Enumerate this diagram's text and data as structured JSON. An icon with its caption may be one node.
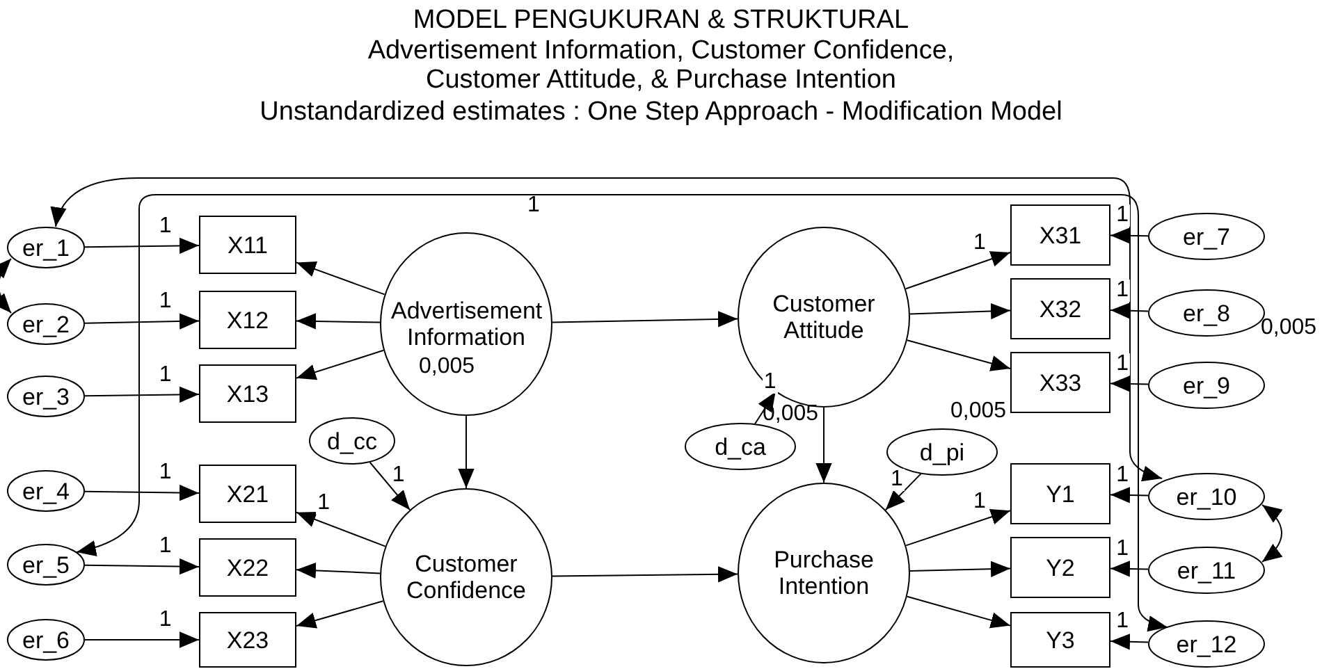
{
  "diagram": {
    "title": "MODEL PENGUKURAN & STRUKTURAL",
    "nodes": [
      {
        "text": [
          "er_1"
        ]
      },
      {
        "text": [
          "X11"
        ]
      },
      {
        "text": [
          "er_2"
        ]
      },
      {
        "text": [
          "X12"
        ]
      },
      {
        "text": [
          "er_3"
        ]
      },
      {
        "text": [
          "X13"
        ]
      },
      {
        "text": [
          "d_cc"
        ]
      },
      {
        "text": [
          "er_4"
        ]
      },
      {
        "text": [
          "X21"
        ]
      },
      {
        "text": [
          "er_5"
        ]
      },
      {
        "text": [
          "X22"
        ]
      },
      {
        "text": [
          "er_6"
        ]
      },
      {
        "text": [
          "X23"
        ]
      },
      {
        "text": [
          "Advertisement Information"
        ]
      },
      {
        "text": [
          "Customer Confidence"
        ]
      },
      {
        "text": [
          "Customer Attitude"
        ]
      },
      {
        "text": [
          "Purchase Intention"
        ]
      },
      {
        "text": [
          "d_ca"
        ]
      },
      {
        "text": [
          "d_pi"
        ]
      },
      {
        "text": [
          "X31"
        ]
      },
      {
        "text": [
          "er_7"
        ]
      },
      {
        "text": [
          "X32"
        ]
      },
      {
        "text": [
          "er_8"
        ]
      },
      {
        "text": [
          "X33"
        ]
      },
      {
        "text": [
          "er_9"
        ]
      },
      {
        "text": [
          "Y1"
        ]
      },
      {
        "text": [
          "er_10"
        ]
      },
      {
        "text": [
          "Y2"
        ]
      },
      {
        "text": [
          "er_11"
        ]
      },
      {
        "text": [
          "Y3"
        ]
      },
      {
        "text": [
          "er_12"
        ]
      }
    ],
    "edges": [
      {
        "from": 0,
        "to": 1,
        "arrow": "to",
        "label": "1"
      },
      {
        "from": 2,
        "to": 3,
        "arrow": "to",
        "label": "1"
      },
      {
        "from": 4,
        "to": 5,
        "arrow": "to",
        "label": "1"
      },
      {
        "from": 7,
        "to": 8,
        "arrow": "to",
        "label": "1"
      },
      {
        "from": 9,
        "to": 10,
        "arrow": "to",
        "label": "1"
      },
      {
        "from": 11,
        "to": 12,
        "arrow": "to",
        "label": "1"
      },
      {
        "from": 13,
        "to": 1,
        "arrow": "to"
      },
      {
        "from": 13,
        "to": 3,
        "arrow": "to"
      },
      {
        "from": 13,
        "to": 5,
        "arrow": "to"
      },
      {
        "from": 14,
        "to": 8,
        "arrow": "to",
        "label": "1"
      },
      {
        "from": 14,
        "to": 10,
        "arrow": "to"
      },
      {
        "from": 14,
        "to": 12,
        "arrow": "to"
      },
      {
        "from": 6,
        "to": 14,
        "arrow": "to",
        "label": "1"
      },
      {
        "from": 13,
        "to": 15,
        "arrow": "to"
      },
      {
        "from": 13,
        "to": 14,
        "arrow": "to"
      },
      {
        "from": 14,
        "to": 16,
        "arrow": "to"
      },
      {
        "from": 15,
        "to": 16,
        "arrow": "to"
      },
      {
        "from": 17,
        "to": 15,
        "arrow": "to",
        "label": "1"
      },
      {
        "from": 18,
        "to": 16,
        "arrow": "to",
        "label": "1"
      },
      {
        "from": 15,
        "to": 19,
        "arrow": "to",
        "label": "1"
      },
      {
        "from": 15,
        "to": 21,
        "arrow": "to"
      },
      {
        "from": 15,
        "to": 23,
        "arrow": "to"
      },
      {
        "from": 16,
        "to": 25,
        "arrow": "to",
        "label": "1"
      },
      {
        "from": 16,
        "to": 27,
        "arrow": "to"
      },
      {
        "from": 16,
        "to": 29,
        "arrow": "to"
      },
      {
        "from": 20,
        "to": 19,
        "arrow": "to",
        "label": "1"
      },
      {
        "from": 22,
        "to": 21,
        "arrow": "to",
        "label": "1"
      },
      {
        "from": 24,
        "to": 23,
        "arrow": "to",
        "label": "1"
      },
      {
        "from": 26,
        "to": 25,
        "arrow": "to",
        "label": "1"
      },
      {
        "from": 28,
        "to": 27,
        "arrow": "to",
        "label": "1"
      },
      {
        "from": 30,
        "to": 29,
        "arrow": "to",
        "label": "1"
      },
      {
        "from": 0,
        "to": 2,
        "arrow": "both"
      },
      {
        "from": 26,
        "to": 28,
        "arrow": "both"
      },
      {
        "from": 0,
        "to": 26,
        "arrow": "both"
      },
      {
        "from": 9,
        "to": 30,
        "arrow": "both"
      }
    ],
    "labels": [
      "Advertisement Information, Customer Confidence, Customer Attitude, & Purchase Intention",
      "Unstandardized estimates : One Step Approach - Modification Model",
      "1",
      "0,005",
      "0,005",
      "0,005",
      "0,005"
    ]
  }
}
